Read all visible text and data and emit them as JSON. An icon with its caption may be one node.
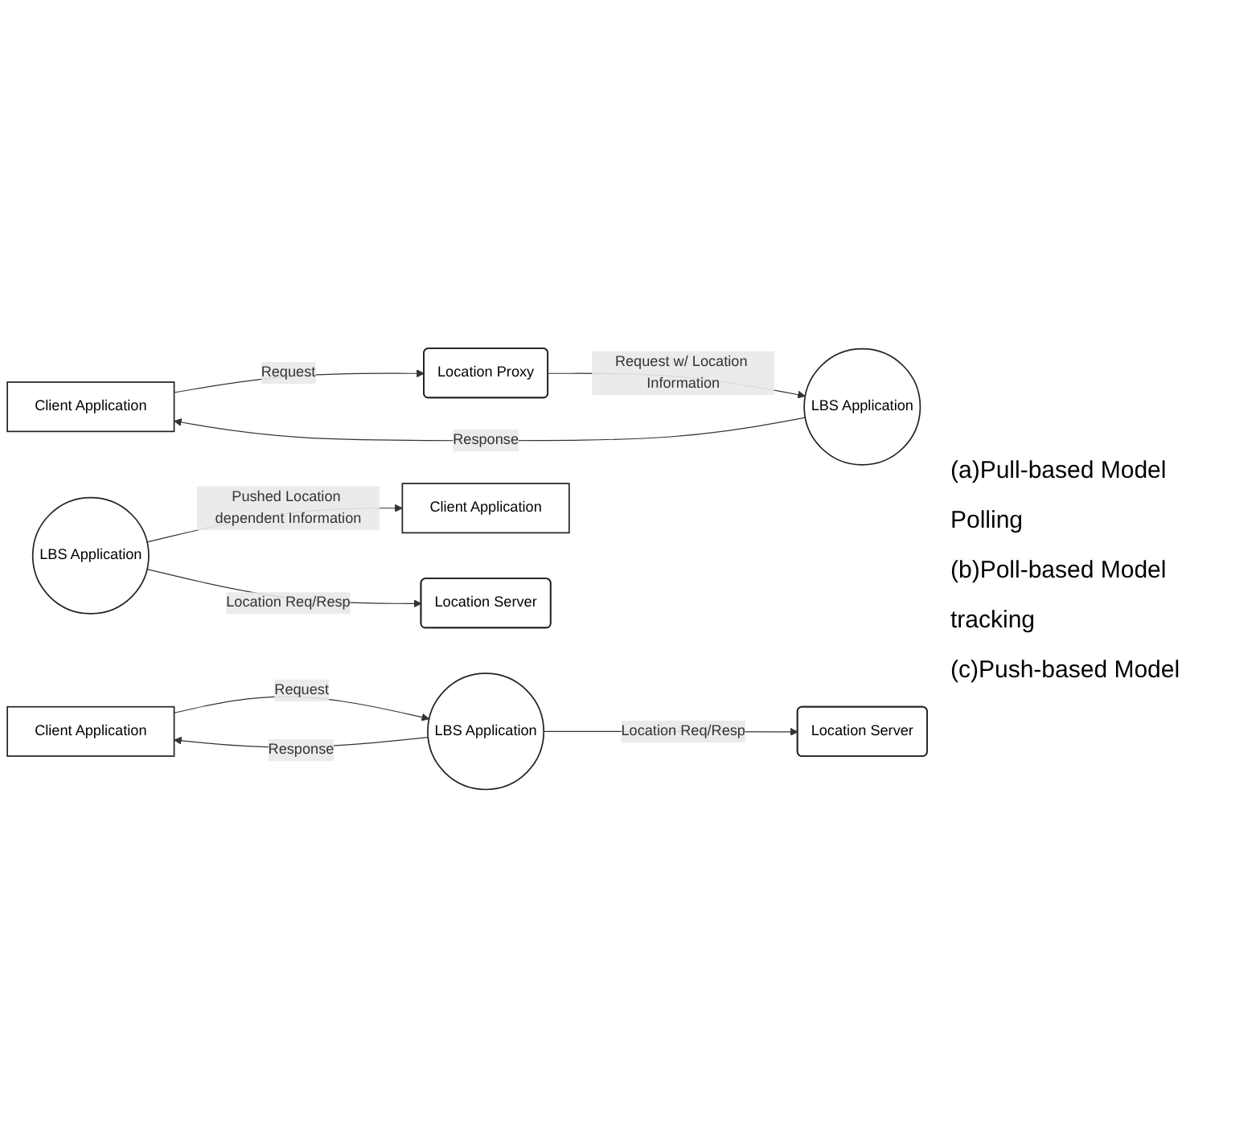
{
  "diagram": {
    "nodes": [
      {
        "text": [
          "Client Application"
        ]
      },
      {
        "text": [
          "Location Proxy"
        ]
      },
      {
        "text": [
          "LBS Application"
        ]
      },
      {
        "text": [
          "Client Application"
        ]
      },
      {
        "text": [
          "Location Server"
        ]
      },
      {
        "text": [
          "LBS Application"
        ]
      },
      {
        "text": [
          "Client Application"
        ]
      },
      {
        "text": [
          "Location Server"
        ]
      },
      {
        "text": [
          "LBS Application"
        ]
      }
    ],
    "edges": [
      {
        "from": 0,
        "to": 1,
        "arrow": "to",
        "label": "Request"
      },
      {
        "from": 1,
        "to": 2,
        "arrow": "to",
        "label": "Request w/ Location Information"
      },
      {
        "from": 2,
        "to": 0,
        "arrow": "to",
        "label": "Response"
      },
      {
        "from": 3,
        "to": 5,
        "arrow": "to",
        "label": "Request"
      },
      {
        "from": 5,
        "to": 4,
        "arrow": "to",
        "label": "Location Req/Resp"
      },
      {
        "from": 5,
        "to": 3,
        "arrow": "to",
        "label": "Response"
      },
      {
        "from": 8,
        "to": 7,
        "arrow": "to",
        "label": "Location Req/Resp"
      },
      {
        "from": 8,
        "to": 6,
        "arrow": "to",
        "label": "Pushed Location dependent Information"
      }
    ],
    "labels": [
      "(a)Pull-based Model",
      "Polling",
      "(b)Poll-based Model",
      "tracking",
      "(c)Push-based Model"
    ]
  }
}
